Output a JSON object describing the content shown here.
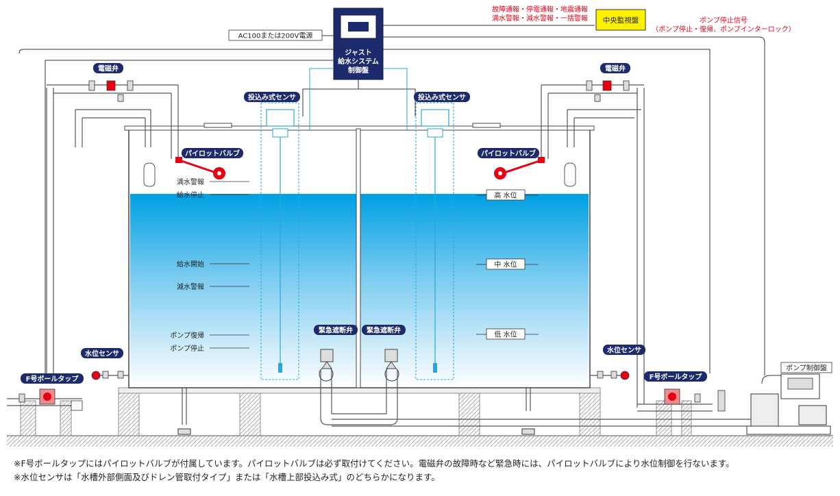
{
  "control_panel": {
    "title_line1": "ジャスト",
    "title_line2": "給水システム",
    "title_line3": "制御盤"
  },
  "power_label": "AC100または200V電源",
  "alarms": {
    "line1": "故障通報・停電通報・地震通報",
    "line2": "満水警報・減水警報・一括警報",
    "color": "#e60012"
  },
  "central_monitor": "中央監視盤",
  "pump_stop_signal": {
    "line1": "ポンプ停止信号",
    "line2": "（ポンプ停止・復帰、ポンプインターロック）"
  },
  "labels": {
    "solenoid_left": "電磁弁",
    "solenoid_right": "電磁弁",
    "sensor_left": "投込み式センサ",
    "sensor_right": "投込み式センサ",
    "pilot_left": "パイロットバルブ",
    "pilot_right": "パイロットバルブ",
    "level_sensor_left": "水位センサ",
    "level_sensor_right": "水位センサ",
    "ball_tap_left": "F号ボールタップ",
    "ball_tap_right": "F号ボールタップ",
    "emergency_left": "緊急遮断弁",
    "emergency_right": "緊急遮断弁",
    "pump_panel": "ポンプ制御盤"
  },
  "left_levels": [
    "満水警報",
    "給水停止",
    "給水開始",
    "減水警報",
    "ポンプ復帰",
    "ポンプ停止"
  ],
  "right_levels": [
    "高 水位",
    "中 水位",
    "低 水位"
  ],
  "colors": {
    "badge": "#1d2a6b",
    "water_top": "#009fe3",
    "sensor_line": "#2aa7d8",
    "pilot": "#e60012",
    "monitor_fill": "#fff200"
  },
  "notes": [
    "※F号ボールタップにはパイロットバルブが付属しています。パイロットバルブは必ず取付けてください。電磁弁の故障時など緊急時には、パイロットバルブにより水位制御を行ないます。",
    "※水位センサは「水槽外部側面及びドレン管取付タイプ」または「水槽上部投込み式」のどちらかになります。"
  ]
}
